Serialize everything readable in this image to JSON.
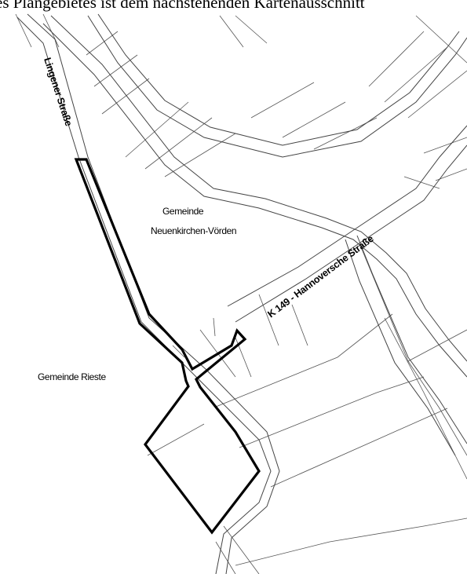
{
  "header": {
    "text": "es Plangebietes ist dem nachstehenden Kartenausschnitt"
  },
  "map": {
    "labels": {
      "street_lingener": "Lingener Straße",
      "street_k149": "K 149 - Hannoversche Straße",
      "municipality_neuenkirchen_line1": "Gemeinde",
      "municipality_neuenkirchen_line2": "Neuenkirchen-Vörden",
      "municipality_rieste": "Gemeinde Rieste"
    }
  }
}
